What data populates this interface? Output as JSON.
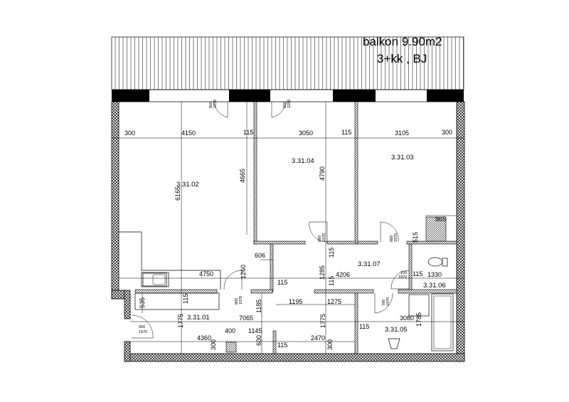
{
  "header": {
    "balcony": "balkon 9.90m2",
    "layout": "3+kk , BJ"
  },
  "rooms": {
    "r02": "3.31.02",
    "r04": "3.31.04",
    "r03": "3.31.03",
    "r07": "3.31.07",
    "r06": "3.31.06",
    "r01": "3.31.01",
    "r05": "3.31.05"
  },
  "dims": {
    "top": [
      "300",
      "4150",
      "115",
      "3050",
      "115",
      "3105",
      "300"
    ],
    "d6165": "6165",
    "d4665": "4665",
    "d4790": "4790",
    "d865": "865",
    "d515": "515",
    "d606": "606",
    "d1260": "1260",
    "d4750": "4750",
    "d115a": "115",
    "d1285": "1285",
    "d115b": "115",
    "d4206": "4206",
    "d115c": "115",
    "d1330": "1330",
    "d115d": "115",
    "d535": "535",
    "d115e": "115",
    "d1195": "1195",
    "d1275": "1275",
    "d1185": "1185",
    "d7065": "7065",
    "d1775a": "1775",
    "d1775b": "1775",
    "d3080": "3080",
    "d1785": "1785",
    "d115f": "115",
    "d400": "400",
    "d1145": "1145",
    "d4360": "4360",
    "d2470": "2470",
    "d600": "600",
    "d300a": "300",
    "d115g": "115",
    "d300b": "300"
  },
  "doors": [
    {
      "w": "850",
      "h": "2250"
    },
    {
      "w": "850",
      "h": "2250"
    },
    {
      "w": "800",
      "h": "1970"
    },
    {
      "w": "800",
      "h": "1970"
    },
    {
      "w": "700",
      "h": "1970"
    },
    {
      "w": "800",
      "h": "1970"
    },
    {
      "w": "700",
      "h": "1970"
    },
    {
      "w": "900",
      "h": "1970"
    }
  ]
}
